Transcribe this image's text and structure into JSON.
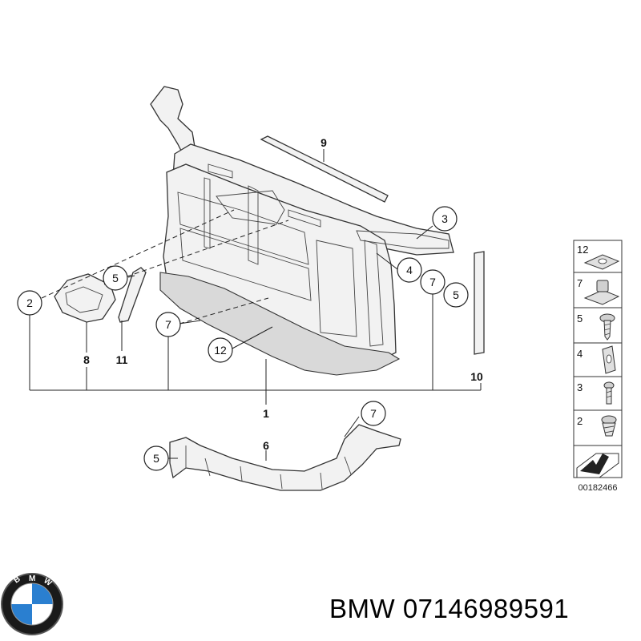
{
  "diagram": {
    "callouts": [
      {
        "id": "c-2",
        "label": "2"
      },
      {
        "id": "c-5a",
        "label": "5"
      },
      {
        "id": "c-7a",
        "label": "7"
      },
      {
        "id": "c-12",
        "label": "12"
      },
      {
        "id": "c-3",
        "label": "3"
      },
      {
        "id": "c-4",
        "label": "4"
      },
      {
        "id": "c-7b",
        "label": "7"
      },
      {
        "id": "c-5b",
        "label": "5"
      },
      {
        "id": "c-7c",
        "label": "7"
      },
      {
        "id": "c-5c",
        "label": "5"
      }
    ],
    "plain_labels": [
      {
        "id": "p-9",
        "label": "9"
      },
      {
        "id": "p-8",
        "label": "8"
      },
      {
        "id": "p-11",
        "label": "11"
      },
      {
        "id": "p-10",
        "label": "10"
      },
      {
        "id": "p-1",
        "label": "1"
      },
      {
        "id": "p-6",
        "label": "6"
      }
    ],
    "legend": {
      "items": [
        {
          "number": "12",
          "icon": "clip-nut-icon"
        },
        {
          "number": "7",
          "icon": "spring-nut-icon"
        },
        {
          "number": "5",
          "icon": "screw-icon"
        },
        {
          "number": "4",
          "icon": "bracket-icon"
        },
        {
          "number": "3",
          "icon": "bolt-icon"
        },
        {
          "number": "2",
          "icon": "screw-washer-icon"
        }
      ],
      "arrow_icon": "direction-arrow-icon"
    },
    "diagram_id": "00182466"
  },
  "footer": {
    "logo_icon": "bmw-logo-icon",
    "text": "BMW 07146989591"
  }
}
